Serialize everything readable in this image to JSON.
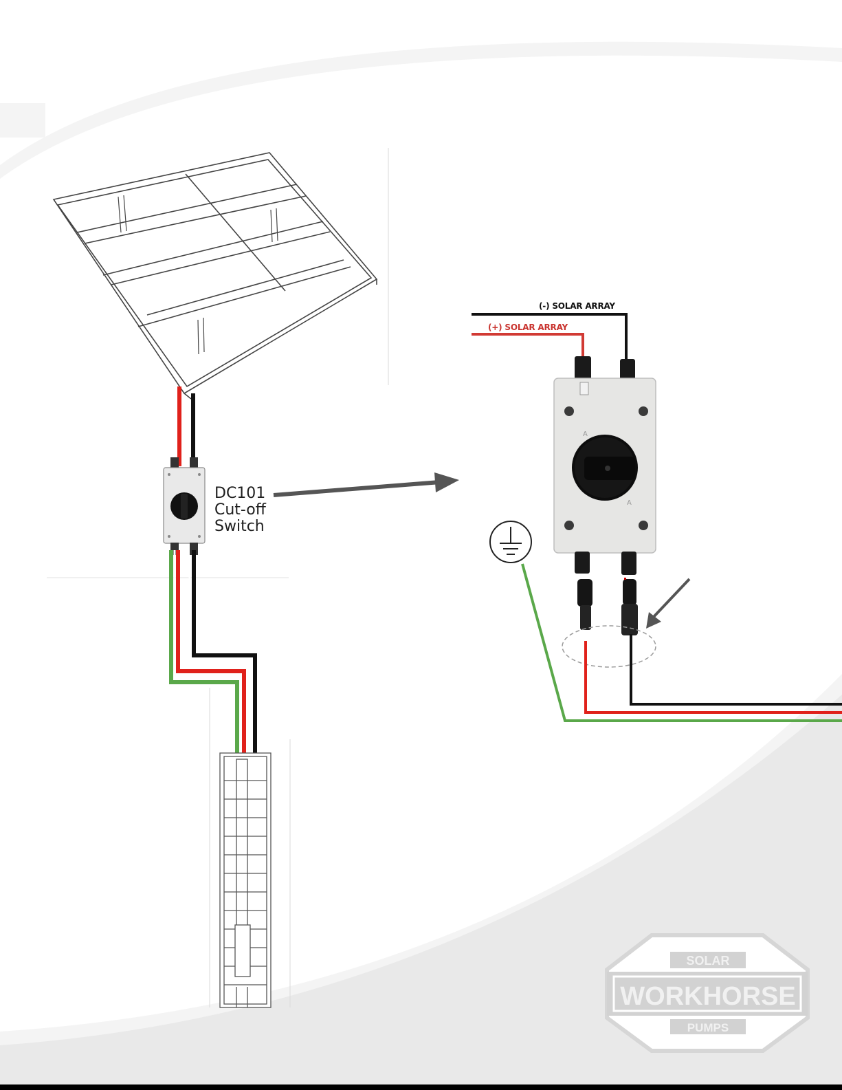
{
  "labels": {
    "switch_lines": [
      "DC101",
      "Cut-off",
      "Switch"
    ],
    "negative": "(-) SOLAR ARRAY",
    "positive": "(+) SOLAR ARRAY"
  },
  "logo": {
    "top": "SOLAR",
    "middle": "WORKHORSE",
    "bottom": "PUMPS"
  },
  "colors": {
    "positive_wire": "#e0211b",
    "negative_wire": "#111111",
    "ground_wire": "#5aa84a",
    "label_positive": "#c9342f",
    "arrow": "#555555",
    "background_swoosh": "#efefef",
    "logo": "#cfcfcf"
  },
  "icons": [
    "solar-panel-icon",
    "disconnect-switch-icon",
    "submersible-pump-icon",
    "ground-symbol-icon",
    "arrow-icon",
    "mc4-connector-icon"
  ]
}
